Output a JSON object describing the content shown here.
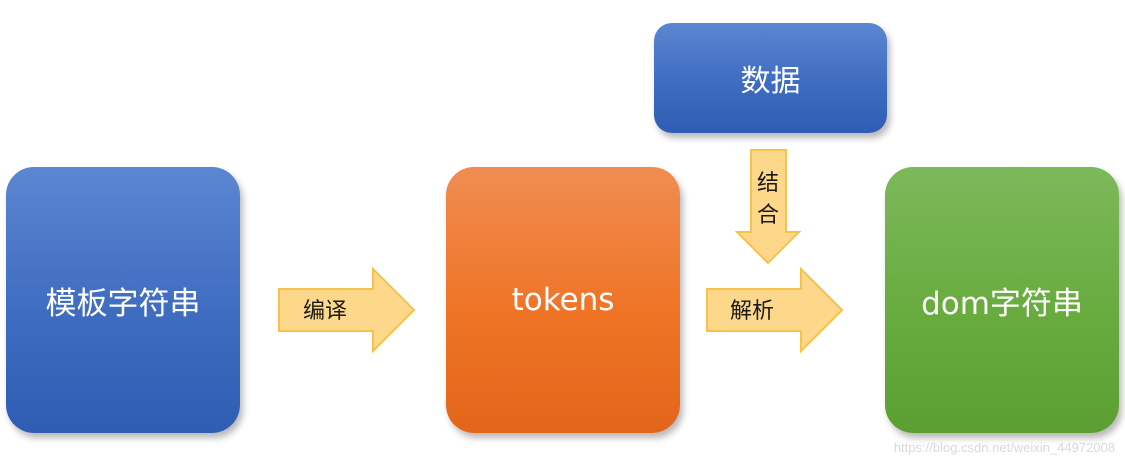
{
  "nodes": {
    "template_string": "模板字符串",
    "tokens": "tokens",
    "data": "数据",
    "dom_string": "dom字符串"
  },
  "arrows": {
    "compile": "编译",
    "parse": "解析",
    "combine_top": "结",
    "combine_bottom": "合"
  },
  "watermark": "https://blog.csdn.net/weixin_44972008",
  "colors": {
    "blue": "#3e6cc0",
    "orange": "#ef7425",
    "green": "#68ab3e",
    "arrow_fill": "#fdd88a",
    "arrow_stroke": "#f6c24a"
  }
}
